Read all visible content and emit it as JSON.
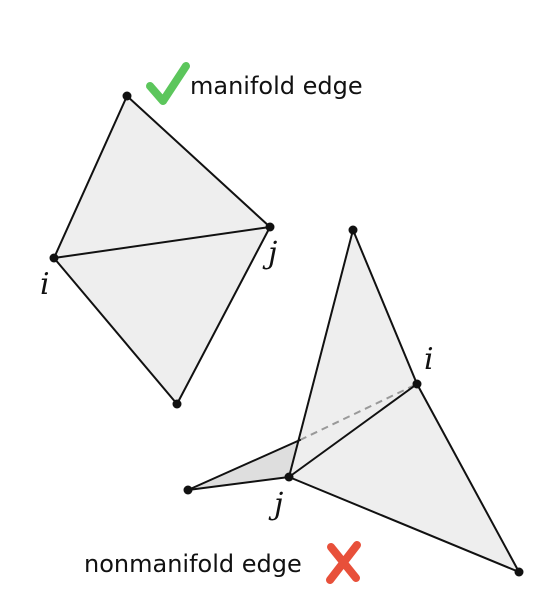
{
  "colors": {
    "face": "#eeeeee",
    "face_dark": "#dedede",
    "stroke": "#111111",
    "hidden_edge": "#999999",
    "check": "#5cc65c",
    "cross": "#e8503a"
  },
  "manifold": {
    "caption": "manifold edge",
    "icon": "check-icon",
    "label_i": "i",
    "label_j": "j"
  },
  "nonmanifold": {
    "caption": "nonmanifold edge",
    "icon": "cross-icon",
    "label_i": "i",
    "label_j": "j"
  }
}
